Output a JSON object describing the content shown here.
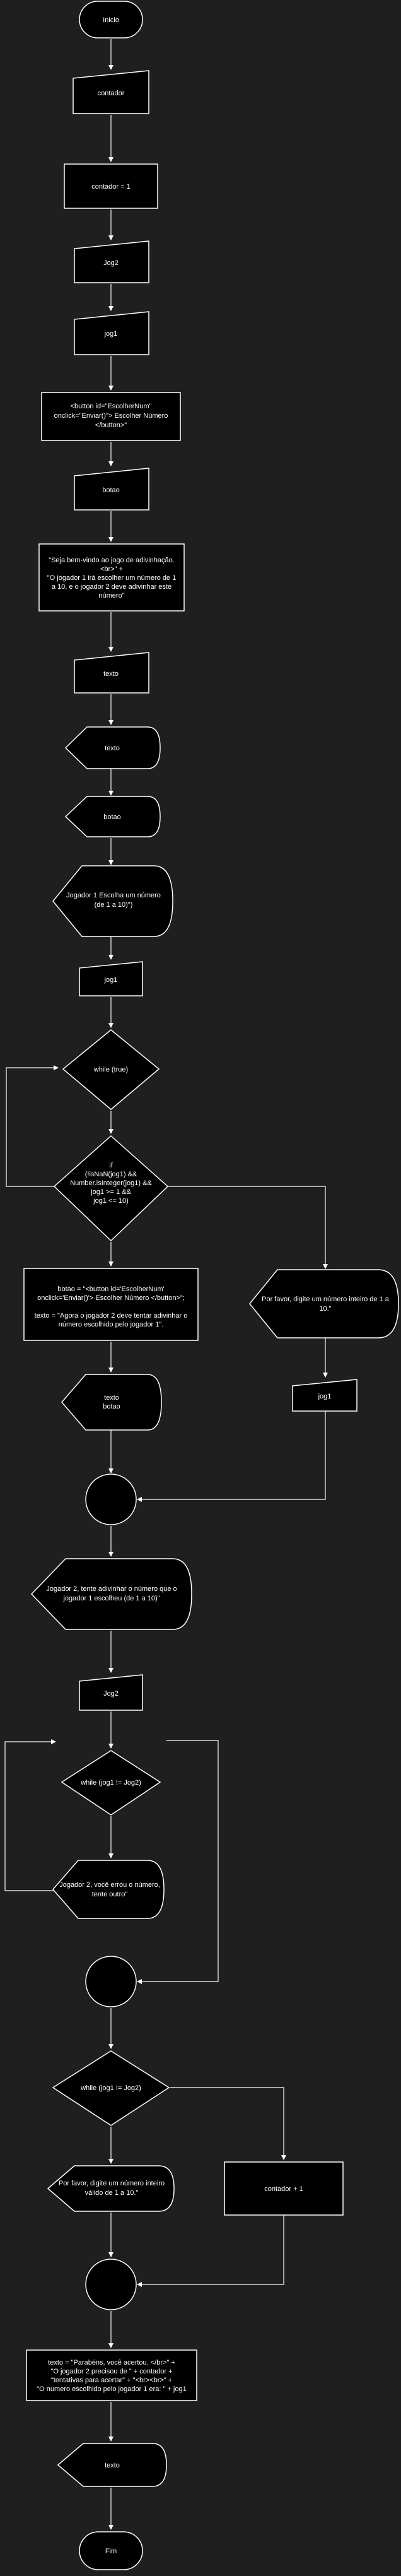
{
  "nodes": {
    "inicio": "Inicio",
    "contador_input": "contador",
    "contador_assign": "contador = 1",
    "jog2_input": "Jog2",
    "jog1_input": "jog1",
    "button_html": [
      "<button id=\"EscolherNum\"",
      "onclick=\"Enviar()\"> Escolher Número",
      "</button>\""
    ],
    "botao_input": "botao",
    "welcome_text": [
      "\"Seja bem-vindo ao jogo de adivinhação.",
      "<br>\" +",
      "\"O jogador 1 irá escolher um número de 1",
      "a 10, e o jogador 2 deve adivinhar este",
      "número\""
    ],
    "texto_input": "texto",
    "texto_display": "texto",
    "botao_display": "botao",
    "jog1_prompt": [
      "Jogador 1 Escolha um número",
      "(de 1 a 10)\")"
    ],
    "jog1_input_2": "jog1",
    "while_true": "while (true)",
    "if_condition": [
      "if",
      "(!isNaN(jog1) &&",
      "Number.isInteger(jog1) &&",
      "jog1 >= 1 &&",
      "jog1 <= 10)"
    ],
    "botao_texto_assign": [
      "botao = \"<button id='EscolherNum'",
      "onclick='Enviar()'> Escolher Número </button>\";",
      "",
      "texto = \"Agora o jogador 2 deve tentar adivinhar o",
      "número escolhido pelo jogador 1\"."
    ],
    "invalid_prompt_1": [
      "Por favor, digite um número inteiro de 1 a",
      "10.\""
    ],
    "jog1_input_3": "jog1",
    "texto_botao_display": [
      "texto",
      "botao"
    ],
    "jog2_prompt": [
      "Jogador 2, tente adivinhar o número que o",
      "jogador 1 escolheu (de 1 a 10)\""
    ],
    "jog2_input_2": "Jog2",
    "while_jog1_ne_jog2": "while (jog1 != Jog2)",
    "wrong_prompt": [
      "Jogador 2, você errou o número,",
      "tente outro\""
    ],
    "while_jog1_ne_jog2_2": "while (jog1 != Jog2)",
    "invalid_prompt_2": [
      "Por favor, digite um número inteiro",
      "válido de 1 a 10.\""
    ],
    "contador_increment": "contador + 1",
    "final_text": [
      "texto = \"Parabéns, você acertou. </br>\" +",
      "\"O jogador 2 precisou de \" + contador +",
      "\"tentativas para acertar\" + \"<br><br>\" +",
      "\"O numero escolhido pelo jogador 1 era: \" + jog1"
    ],
    "texto_display_final": "texto",
    "fim": "Fim"
  },
  "colors": {
    "background": "#1f1f1f",
    "shape_fill": "#000000",
    "stroke": "#ffffff",
    "text": "#ffffff"
  }
}
